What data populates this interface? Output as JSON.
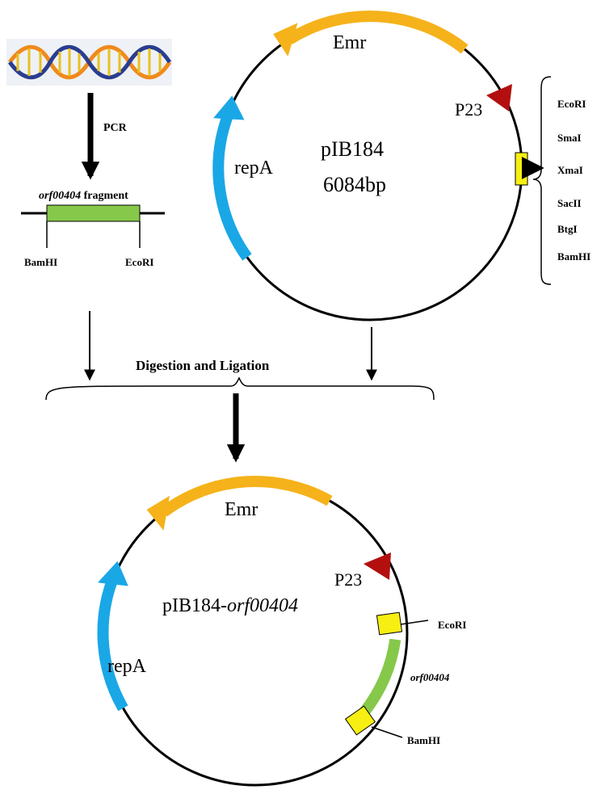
{
  "top": {
    "pcr_label": "PCR",
    "fragment_name": "orf00404",
    "fragment_suffix": " fragment",
    "fragment_left_site": "BamHI",
    "fragment_right_site": "EcoRI"
  },
  "plasmid_top": {
    "name": "pIB184",
    "size": "6084bp",
    "genes": {
      "emr": "Emr",
      "repa": "repA",
      "p23": "P23"
    },
    "mcs_sites": [
      "EcoRI",
      "SmaI",
      "XmaI",
      "SacII",
      "BtgI",
      "BamHI"
    ]
  },
  "middle": {
    "step_label": "Digestion and Ligation"
  },
  "plasmid_bottom": {
    "name_prefix": "pIB184-",
    "name_insert": "orf00404",
    "genes": {
      "emr": "Emr",
      "repa": "repA",
      "p23": "P23"
    },
    "insert_label": "orf00404",
    "site_top": "EcoRI",
    "site_bottom": "BamHI"
  },
  "colors": {
    "emr": "#f5b21a",
    "repa": "#1aa7e6",
    "p23": "#b30f0f",
    "site": "#f7ef12",
    "insert": "#86c84a",
    "line": "#000000"
  }
}
